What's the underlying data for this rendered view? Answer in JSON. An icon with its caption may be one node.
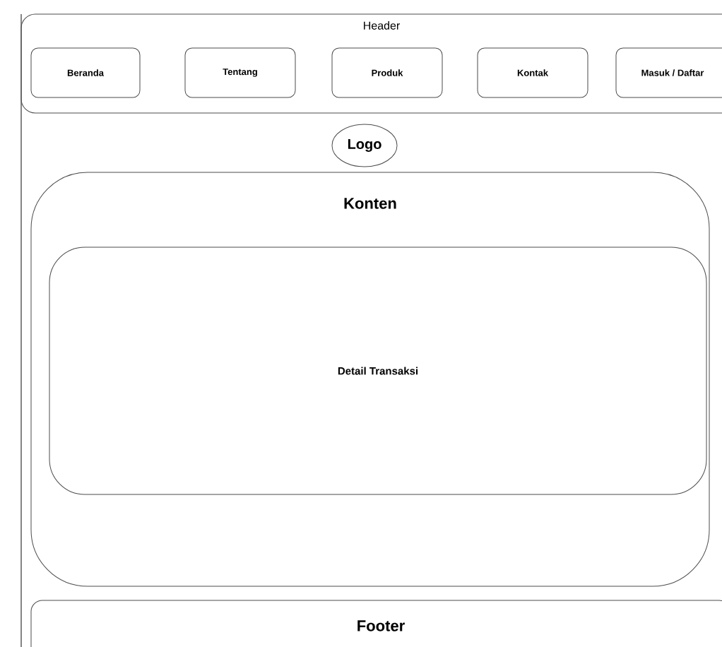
{
  "diagram": {
    "nodes": [
      {
        "text": [
          "Header"
        ]
      },
      {
        "text": [
          "Beranda"
        ],
        "in": 0
      },
      {
        "text": [
          "Tentang"
        ],
        "in": 0
      },
      {
        "text": [
          "Produk"
        ],
        "in": 0
      },
      {
        "text": [
          "Kontak"
        ],
        "in": 0
      },
      {
        "text": [
          "Masuk / Daftar"
        ],
        "in": 0
      },
      {
        "text": [
          "Logo"
        ]
      },
      {
        "text": [
          "Konten"
        ]
      },
      {
        "text": [
          "Detail Transaksi"
        ],
        "in": 7
      },
      {
        "text": [
          "Footer"
        ]
      }
    ]
  }
}
